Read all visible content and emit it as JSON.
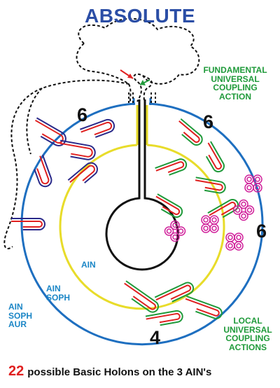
{
  "title": "ABSOLUTE",
  "labels": {
    "fundamental": [
      "FUNDAMENTAL",
      "UNIVERSAL",
      "COUPLING",
      "ACTION"
    ],
    "local": [
      "LOCAL",
      "UNIVERSAL",
      "COUPLING",
      "ACTIONS"
    ],
    "ain": "AIN",
    "ain_soph": [
      "AIN",
      "SOPH"
    ],
    "ain_soph_aur": [
      "AIN",
      "SOPH",
      "AUR"
    ]
  },
  "counts": {
    "upper_left": "6",
    "upper_right": "6",
    "right": "6",
    "bottom": "4"
  },
  "footer": {
    "number": "22",
    "text": "possible Basic Holons on the 3 AIN's"
  },
  "colors": {
    "outer_ring": "#1e6fc0",
    "inner_ring": "#e8dc2a",
    "nucleus": "#111111",
    "title": "#2b4ea6",
    "green_label": "#1f9a3a",
    "blue_label": "#1b86c6",
    "loop_red": "#e02020",
    "loop_green": "#1f9a3a",
    "loop_navy": "#2a2a8a",
    "loop_magenta": "#d0209a",
    "footer_number": "#e02020"
  },
  "icons": {
    "arrow_left": "red-arrow-icon",
    "arrow_right": "green-arrow-icon"
  }
}
